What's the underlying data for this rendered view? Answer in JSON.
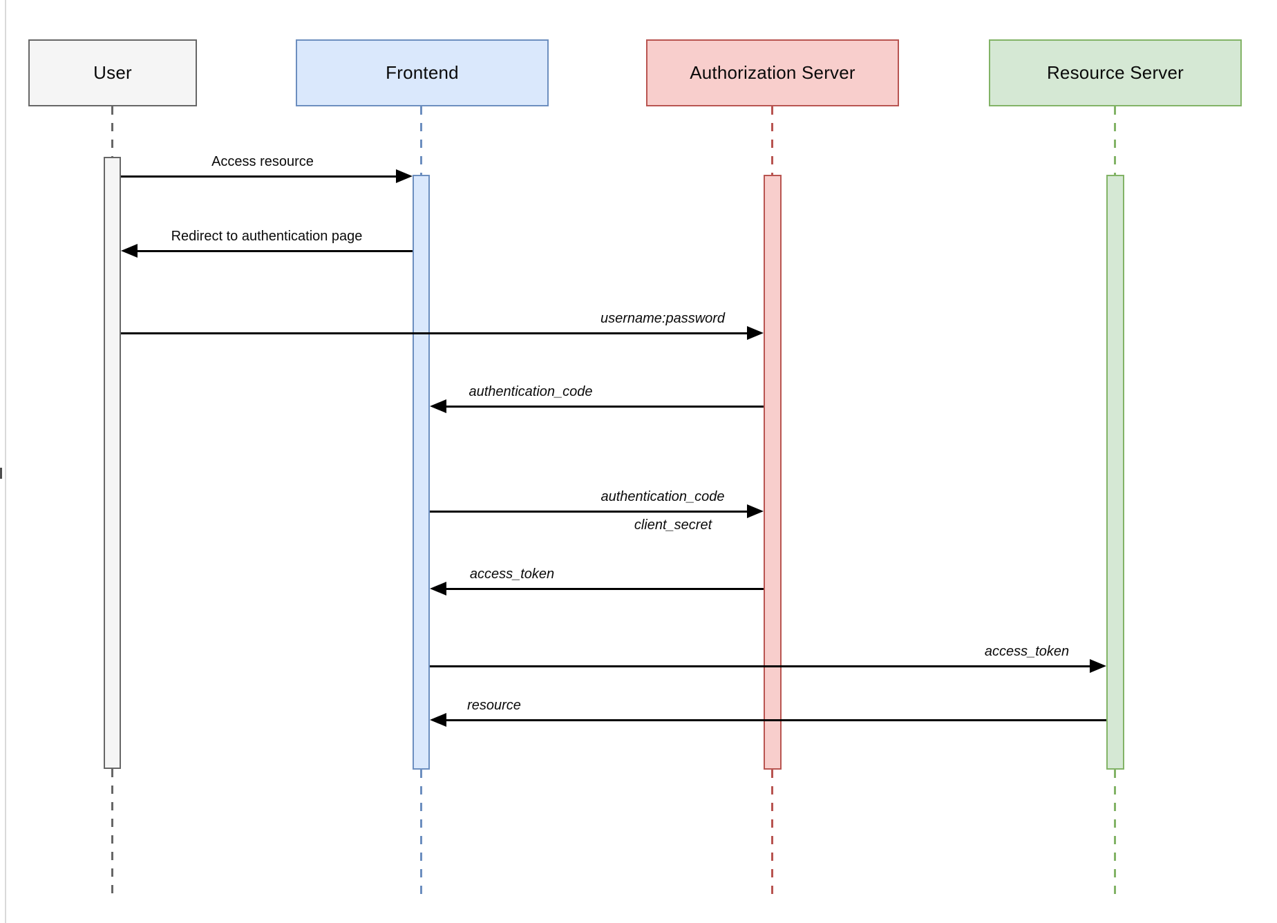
{
  "diagram": {
    "kind": "sequence-diagram",
    "topic": "OAuth authorization code flow",
    "actors": [
      {
        "name": "User",
        "fill": "#f5f5f5",
        "stroke": "#666666"
      },
      {
        "name": "Frontend",
        "fill": "#dae8fc",
        "stroke": "#6c8ebf"
      },
      {
        "name": "Authorization Server",
        "fill": "#f8cecc",
        "stroke": "#b85450"
      },
      {
        "name": "Resource Server",
        "fill": "#d5e8d4",
        "stroke": "#82b366"
      }
    ],
    "messages": [
      {
        "from": "User",
        "to": "Frontend",
        "label": "Access resource",
        "emphasis": "normal"
      },
      {
        "from": "Frontend",
        "to": "User",
        "label": "Redirect to authentication page",
        "emphasis": "normal"
      },
      {
        "from": "User",
        "to": "Authorization Server",
        "label": "username:password",
        "emphasis": "italic"
      },
      {
        "from": "Authorization Server",
        "to": "Frontend",
        "label": "authentication_code",
        "emphasis": "italic"
      },
      {
        "from": "Frontend",
        "to": "Authorization Server",
        "label": "authentication_code",
        "label2": "client_secret",
        "emphasis": "italic"
      },
      {
        "from": "Authorization Server",
        "to": "Frontend",
        "label": "access_token",
        "emphasis": "italic"
      },
      {
        "from": "Frontend",
        "to": "Resource Server",
        "label": "access_token",
        "emphasis": "italic"
      },
      {
        "from": "Resource Server",
        "to": "Frontend",
        "label": "resource",
        "emphasis": "italic"
      }
    ],
    "arrow_color": "#000000"
  }
}
